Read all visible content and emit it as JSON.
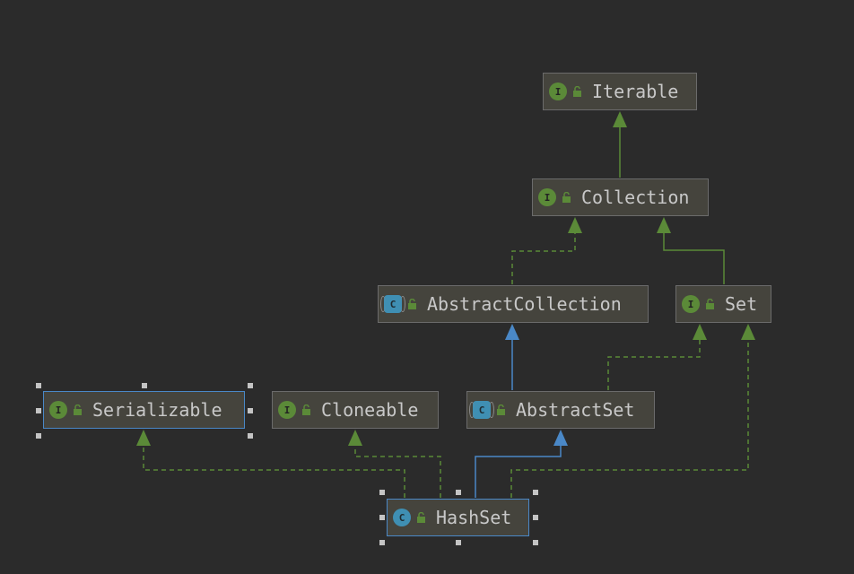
{
  "nodes": [
    {
      "id": "iterable",
      "label": "Iterable",
      "kind": "interface",
      "badge": "I"
    },
    {
      "id": "collection",
      "label": "Collection",
      "kind": "interface",
      "badge": "I"
    },
    {
      "id": "abstract-collection",
      "label": "AbstractCollection",
      "kind": "abstract",
      "badge": "C"
    },
    {
      "id": "set",
      "label": "Set",
      "kind": "interface",
      "badge": "I"
    },
    {
      "id": "serializable",
      "label": "Serializable",
      "kind": "interface",
      "badge": "I",
      "selected": true
    },
    {
      "id": "cloneable",
      "label": "Cloneable",
      "kind": "interface",
      "badge": "I"
    },
    {
      "id": "abstract-set",
      "label": "AbstractSet",
      "kind": "abstract",
      "badge": "C"
    },
    {
      "id": "hashset",
      "label": "HashSet",
      "kind": "class",
      "badge": "C",
      "selected": true
    }
  ],
  "edges": [
    {
      "from": "collection",
      "to": "iterable",
      "type": "extends"
    },
    {
      "from": "abstract-collection",
      "to": "collection",
      "type": "implements"
    },
    {
      "from": "set",
      "to": "collection",
      "type": "extends"
    },
    {
      "from": "abstract-set",
      "to": "abstract-collection",
      "type": "class-extends"
    },
    {
      "from": "abstract-set",
      "to": "set",
      "type": "implements"
    },
    {
      "from": "hashset",
      "to": "abstract-set",
      "type": "class-extends"
    },
    {
      "from": "hashset",
      "to": "serializable",
      "type": "implements"
    },
    {
      "from": "hashset",
      "to": "cloneable",
      "type": "implements"
    },
    {
      "from": "hashset",
      "to": "set",
      "type": "implements"
    }
  ],
  "colors": {
    "background": "#2b2b2b",
    "node_fill": "#45443d",
    "node_text": "#c8c8c8",
    "interface_edge": "#5b8a38",
    "class_edge": "#4a88c7",
    "selection_handle": "#c4c4c4",
    "interface_badge": "#5b8a38",
    "class_badge": "#3f8fb3"
  },
  "icons": {
    "interface_badge": "interface-icon",
    "class_badge": "class-icon",
    "access": "unlock-icon"
  }
}
